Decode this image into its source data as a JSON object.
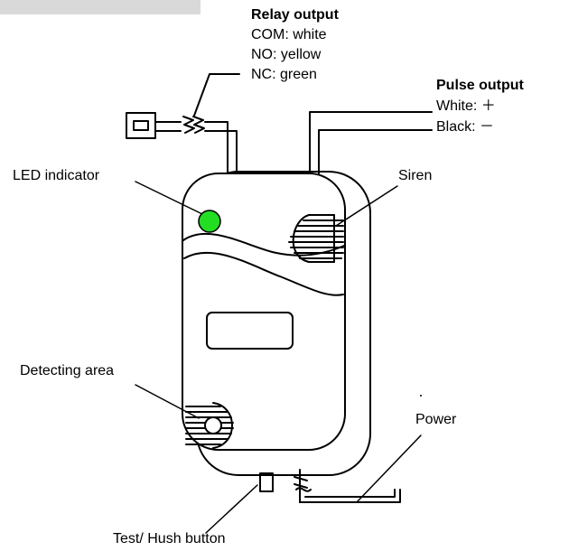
{
  "labels": {
    "relay_title": "Relay output",
    "relay_com": "COM: white",
    "relay_no": "NO: yellow",
    "relay_nc": "NC: green",
    "pulse_title": "Pulse output",
    "pulse_white": "White: ＋",
    "pulse_black": "Black: －",
    "led": "LED indicator",
    "siren": "Siren",
    "detecting": "Detecting area",
    "power": "Power",
    "test": "Test/ Hush button"
  },
  "colors": {
    "led": "#22dd22",
    "stroke": "#000000",
    "tab": "#d9d9d9"
  }
}
